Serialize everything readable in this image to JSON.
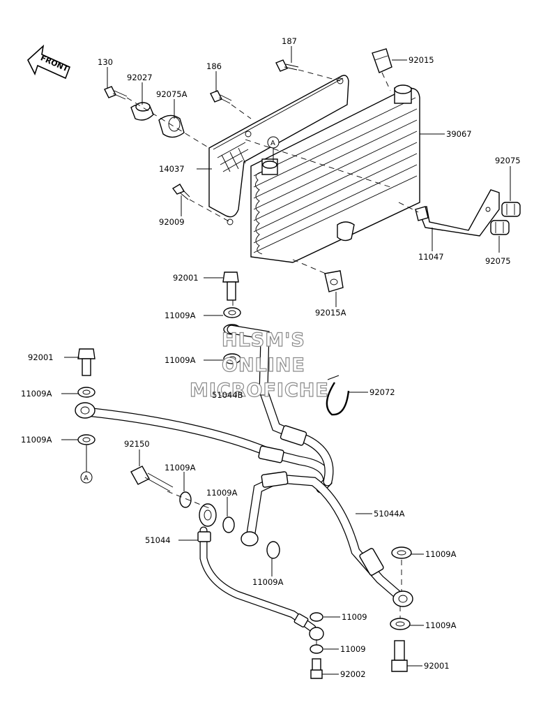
{
  "front_label": "FRONT",
  "ref_marker": "A",
  "watermark": [
    "HLSM'S",
    "ONLINE",
    "MICROFICHE"
  ],
  "callouts": [
    {
      "id": "130",
      "text": "130"
    },
    {
      "id": "92027",
      "text": "92027"
    },
    {
      "id": "92075A",
      "text": "92075A"
    },
    {
      "id": "186",
      "text": "186"
    },
    {
      "id": "187",
      "text": "187"
    },
    {
      "id": "92015",
      "text": "92015"
    },
    {
      "id": "39067",
      "text": "39067"
    },
    {
      "id": "14037",
      "text": "14037"
    },
    {
      "id": "92075-top",
      "text": "92075"
    },
    {
      "id": "92075-bottom",
      "text": "92075"
    },
    {
      "id": "92009",
      "text": "92009"
    },
    {
      "id": "11047",
      "text": "11047"
    },
    {
      "id": "92001-a",
      "text": "92001"
    },
    {
      "id": "92015A",
      "text": "92015A"
    },
    {
      "id": "11009A-1",
      "text": "11009A"
    },
    {
      "id": "11009A-2",
      "text": "11009A"
    },
    {
      "id": "92001-b",
      "text": "92001"
    },
    {
      "id": "11009A-3",
      "text": "11009A"
    },
    {
      "id": "51044B",
      "text": "51044B"
    },
    {
      "id": "92072",
      "text": "92072"
    },
    {
      "id": "11009A-4",
      "text": "11009A"
    },
    {
      "id": "92150",
      "text": "92150"
    },
    {
      "id": "11009A-5",
      "text": "11009A"
    },
    {
      "id": "11009A-6",
      "text": "11009A"
    },
    {
      "id": "51044A",
      "text": "51044A"
    },
    {
      "id": "51044",
      "text": "51044"
    },
    {
      "id": "11009A-7",
      "text": "11009A"
    },
    {
      "id": "11009A-8",
      "text": "11009A"
    },
    {
      "id": "11009-1",
      "text": "11009"
    },
    {
      "id": "11009A-9",
      "text": "11009A"
    },
    {
      "id": "11009-2",
      "text": "11009"
    },
    {
      "id": "92001-c",
      "text": "92001"
    },
    {
      "id": "92002",
      "text": "92002"
    }
  ]
}
